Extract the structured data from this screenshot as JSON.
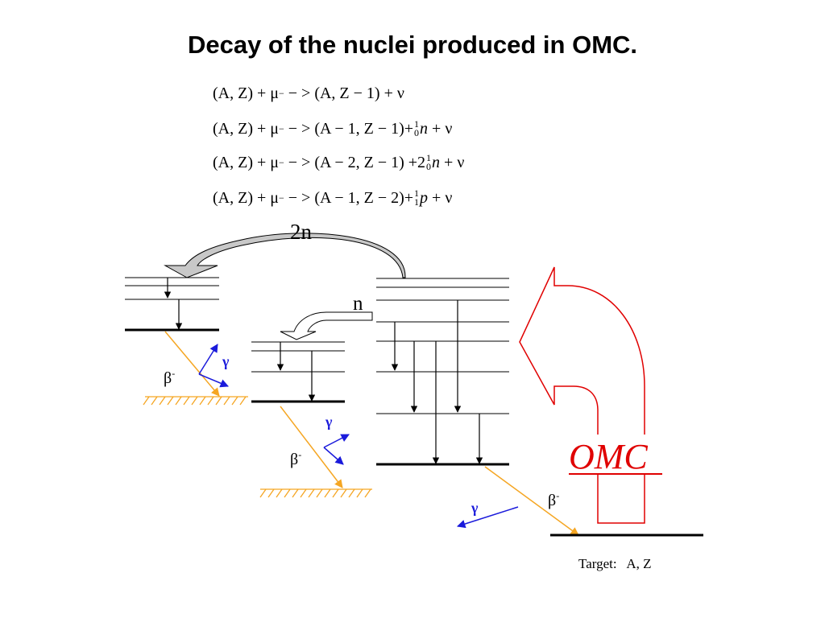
{
  "title": "Decay of the nuclei produced in OMC.",
  "equations": [
    {
      "lhs": "(A, Z) + μ",
      "lhs_sup": "−",
      "arrow": " − > ",
      "rhs": "(A, Z − 1) + ν"
    },
    {
      "lhs": "(A, Z) + μ",
      "lhs_sup": "−",
      "arrow": " − > ",
      "rhs": "(A − 1, Z − 1)+",
      "nuc_sup": "1",
      "nuc_sub": "0",
      "particle": "n",
      "tail": " + ν"
    },
    {
      "lhs": "(A, Z) + μ",
      "lhs_sup": "−",
      "arrow": " − > ",
      "rhs": "(A − 2, Z − 1) +2",
      "nuc_sup": "1",
      "nuc_sub": "0",
      "particle": "n",
      "tail": " + ν"
    },
    {
      "lhs": "(A, Z) + μ",
      "lhs_sup": "−",
      "arrow": " − > ",
      "rhs": "(A − 1, Z − 2)+",
      "nuc_sup": "1",
      "nuc_sub": "1",
      "particle": "p",
      "tail": " + ν"
    }
  ],
  "labels": {
    "two_n": "2n",
    "one_n": "n",
    "omc": "OMC",
    "beta": "β",
    "beta_sup": "-",
    "gamma": "γ",
    "target": "Target:   A, Z"
  },
  "colors": {
    "beta_line": "#f5a623",
    "gamma_arrow": "#1a1adb",
    "omc_red": "#e00000",
    "hatch": "#f5a623",
    "curved_arrow_fill": "#c8c8c8"
  }
}
